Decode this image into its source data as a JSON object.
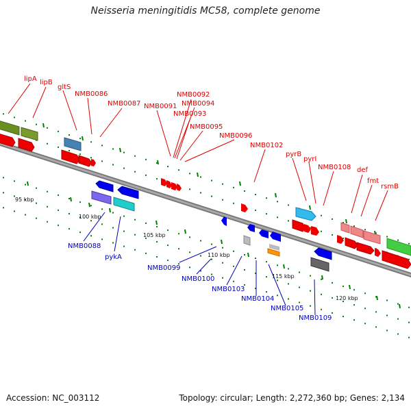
{
  "title": "Neisseria meningitidis MC58, complete genome",
  "footer": {
    "accession": "Accession: NC_003112",
    "summary": "Topology: circular; Length: 2,272,360 bp; Genes: 2,134"
  },
  "colors": {
    "forward_label": "#dd0000",
    "reverse_label": "#0000bb",
    "backbone": "#888888",
    "ticks": "#008000"
  },
  "scale_labels": [
    "95 kbp",
    "100 kbp",
    "105 kbp",
    "110 kbp",
    "115 kbp",
    "120 kbp"
  ],
  "forward_labels": [
    "lipA",
    "lipB",
    "gltS",
    "NMB0086",
    "NMB0087",
    "NMB0091",
    "NMB0092",
    "NMB0094",
    "NMB0093",
    "NMB0095",
    "NMB0096",
    "NMB0102",
    "pyrB",
    "pyrI",
    "NMB0108",
    "def",
    "fmt",
    "rsmB"
  ],
  "reverse_labels": [
    "NMB0088",
    "pykA",
    "NMB0099",
    "NMB0100",
    "NMB0103",
    "NMB0104",
    "NMB0105",
    "NMB0109"
  ]
}
